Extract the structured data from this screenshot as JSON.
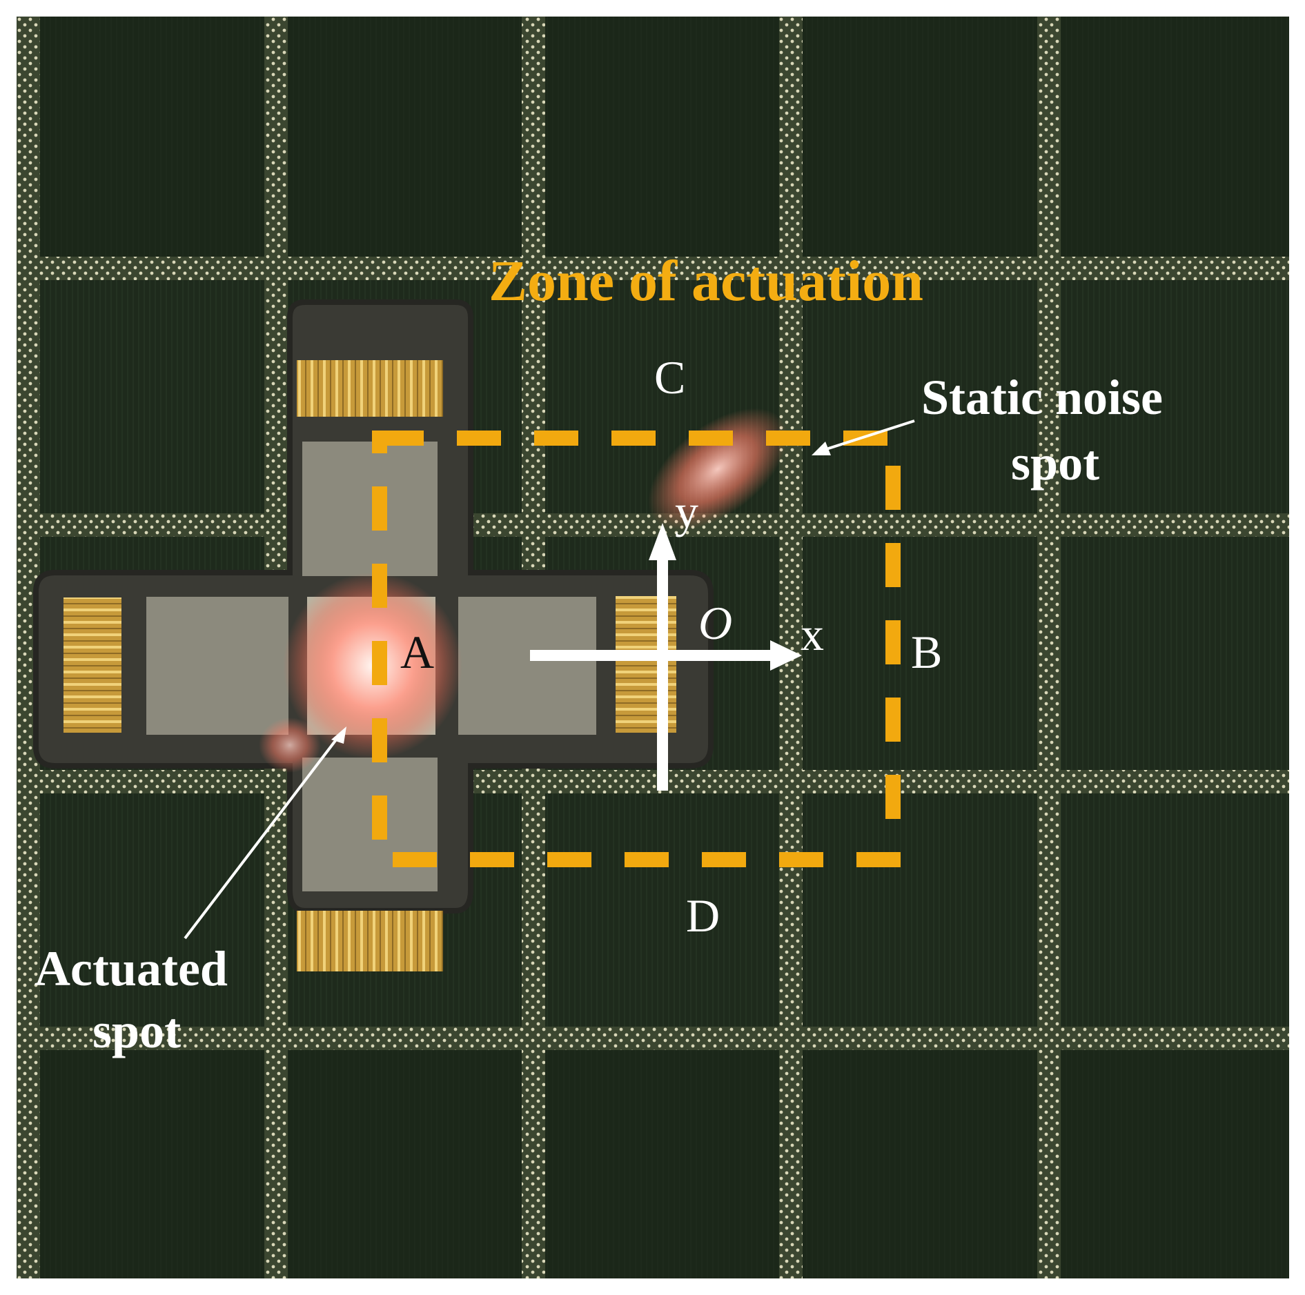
{
  "annotations": {
    "zone_title": "Zone of actuation",
    "static_noise_line1": "Static noise",
    "static_noise_line2": "spot",
    "actuated_line1": "Actuated",
    "actuated_line2": "spot",
    "point_a": "A",
    "point_b": "B",
    "point_c": "C",
    "point_d": "D",
    "origin": "O",
    "axis_x": "x",
    "axis_y": "y"
  },
  "colors": {
    "board": "#1f2a1c",
    "board_dark": "#172015",
    "dot_stripe": "#7f8a66",
    "dot": "#d9d7b8",
    "frame": "#f2a90f",
    "zone_text": "#f4ad12",
    "label_white": "#ffffff",
    "label_black": "#111111",
    "pad_gold": "#c79a3a",
    "pad_gold_light": "#f0d27a",
    "pad_plate": "#8c8a7d",
    "pad_plate_light": "#b9b3a1",
    "pad_outline": "#2b2b27",
    "glow": "#ff7a63"
  }
}
